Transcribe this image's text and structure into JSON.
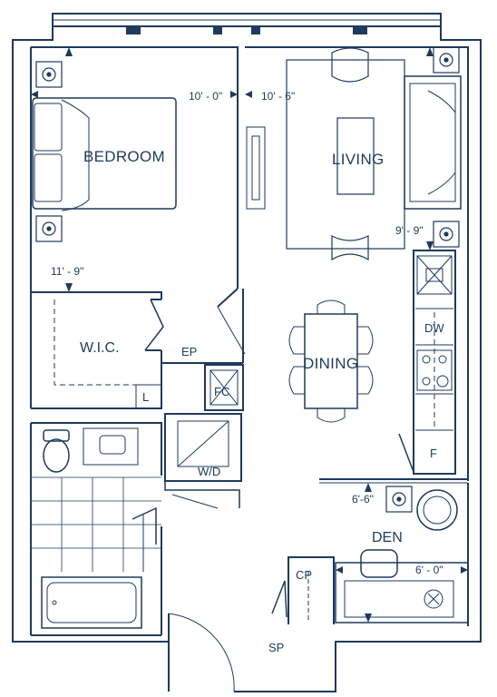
{
  "rooms": {
    "bedroom": "BEDROOM",
    "living": "LIVING",
    "wic": "W.I.C.",
    "dining": "DINING",
    "den": "DEN"
  },
  "fixtures": {
    "ep": "EP",
    "fc": "FC",
    "l": "L",
    "wd": "W/D",
    "dw": "DW",
    "f": "F",
    "cp": "CP",
    "sp": "SP"
  },
  "dimensions": {
    "bedroom_width": "10' - 0\"",
    "bedroom_depth": "11' - 9\"",
    "living_width": "10' - 6\"",
    "living_depth": "9' - 9\"",
    "den_depth": "6'-6\"",
    "den_width": "6' - 0\""
  },
  "colors": {
    "line": "#1f3a5c",
    "background": "#ffffff"
  }
}
